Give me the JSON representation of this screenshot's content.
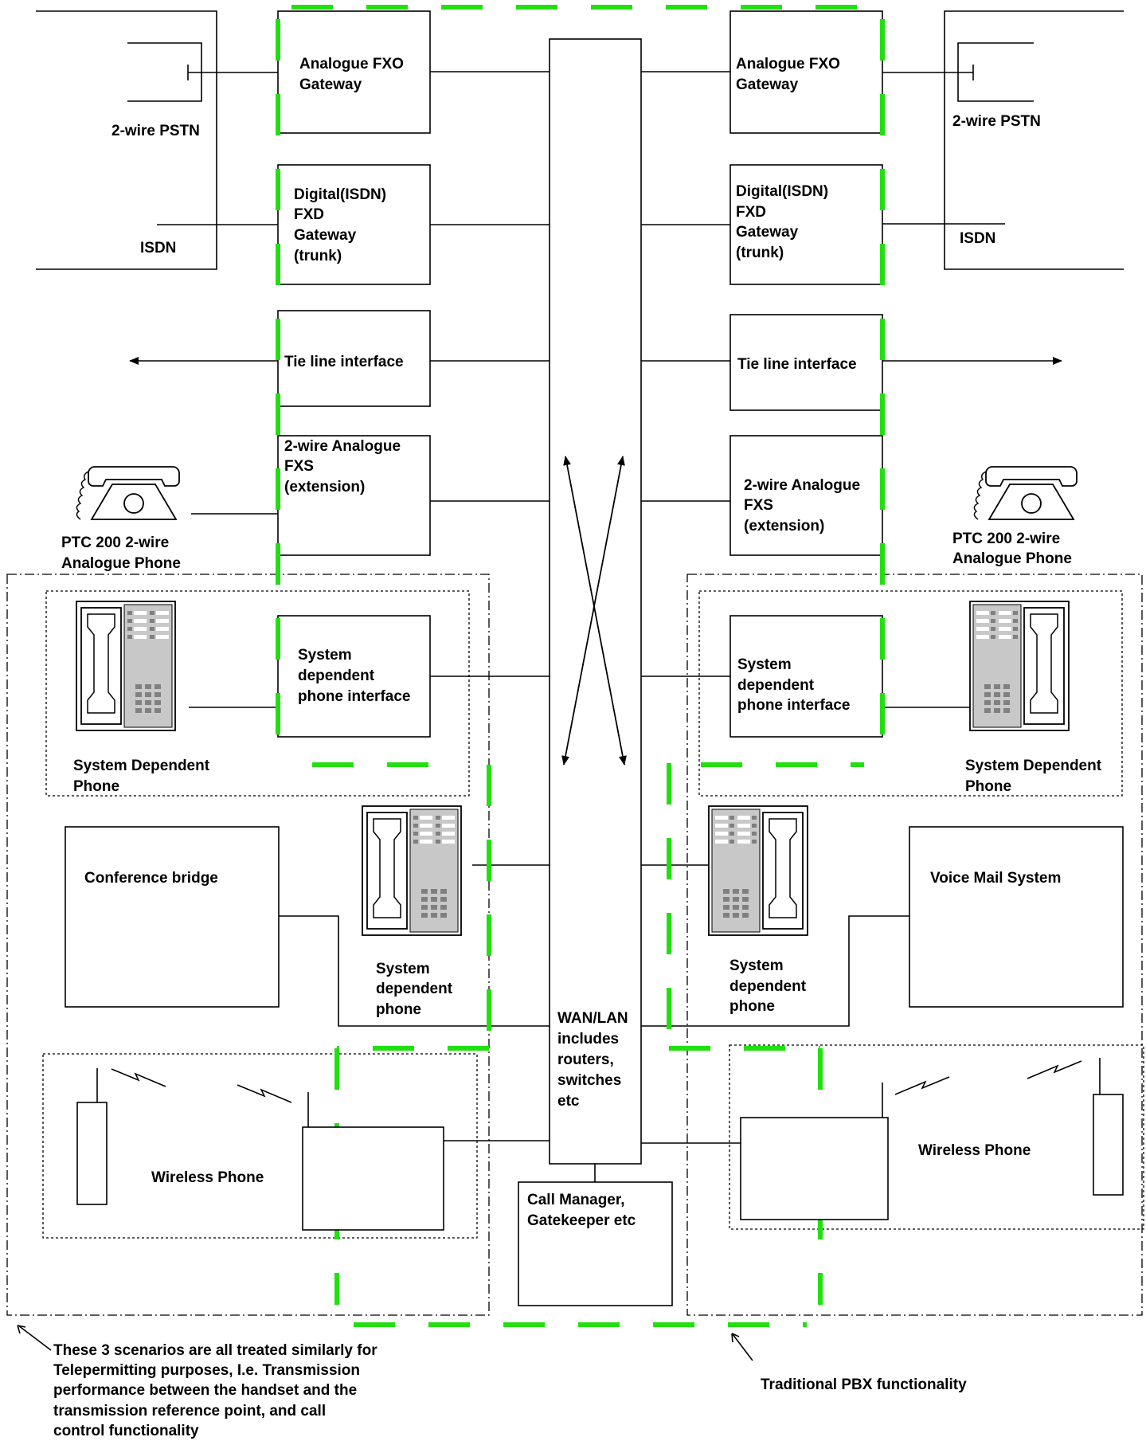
{
  "labels": {
    "fxo_left": [
      "Analogue FXO",
      "Gateway"
    ],
    "fxo_right": [
      "Analogue FXO",
      "Gateway"
    ],
    "pstn_left": "2-wire PSTN",
    "pstn_right": "2-wire PSTN",
    "isdn_gw_left": [
      "Digital(ISDN)",
      "FXD",
      "Gateway",
      "(trunk)"
    ],
    "isdn_gw_right": [
      "Digital(ISDN)",
      "FXD",
      "Gateway",
      "(trunk)"
    ],
    "isdn_left": "ISDN",
    "isdn_right": "ISDN",
    "tie_left": "Tie line interface",
    "tie_right": "Tie line interface",
    "fxs_left": [
      "2-wire Analogue",
      "FXS",
      "(extension)"
    ],
    "fxs_right": [
      "2-wire Analogue",
      "FXS",
      "(extension)"
    ],
    "ptc_left": [
      "PTC 200 2-wire",
      "Analogue Phone"
    ],
    "ptc_right": [
      "PTC 200 2-wire",
      "Analogue Phone"
    ],
    "sdpi_left": [
      "System",
      "dependent",
      "phone interface"
    ],
    "sdpi_right": [
      "System",
      "dependent",
      "phone interface"
    ],
    "sdphone_cap_left": [
      "System Dependent",
      "Phone"
    ],
    "sdphone_cap_right": [
      "System Dependent",
      "Phone"
    ],
    "sdp_mid_left": [
      "System",
      "dependent",
      "phone"
    ],
    "sdp_mid_right": [
      "System",
      "dependent",
      "phone"
    ],
    "conference": "Conference bridge",
    "voicemail": "Voice Mail System",
    "wan": [
      "WAN/LAN",
      "includes",
      "routers,",
      "switches",
      " etc"
    ],
    "callmgr": [
      "Call Manager,",
      "Gatekeeper etc"
    ],
    "wireless_left": "Wireless Phone",
    "wireless_right": "Wireless Phone",
    "note_left": [
      "These 3 scenarios are all treated similarly for",
      "Telepermitting purposes, I.e. Transmission",
      "performance between the handset and the",
      "transmission reference point, and call",
      "control functionality"
    ],
    "note_right": "Traditional PBX functionality"
  },
  "colors": {
    "green_boundary": "#22e010",
    "phone_panel": "#c8c8c8",
    "key": "#808080"
  },
  "icons": [
    "analogue-phone-icon",
    "system-phone-icon",
    "handset-icon",
    "base-station-icon",
    "lightning-icon"
  ]
}
